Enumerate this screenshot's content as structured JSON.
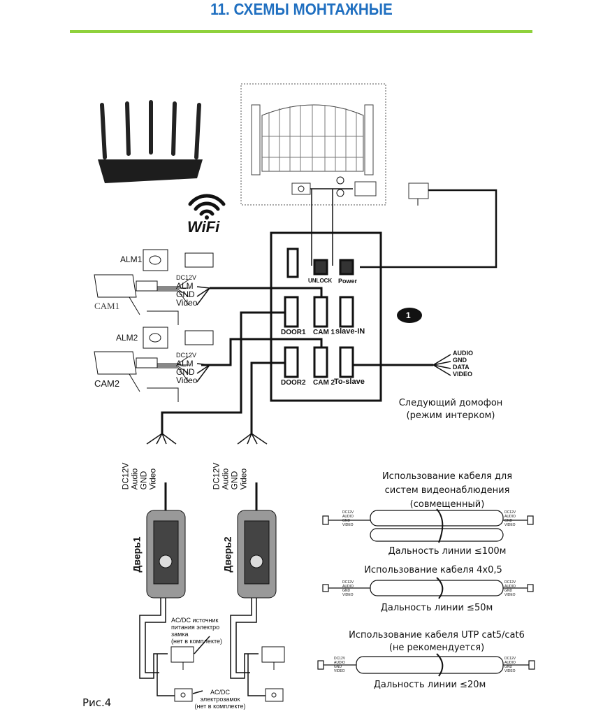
{
  "title": "11. СХЕМЫ МОНТАЖНЫЕ",
  "wifi_label": "WiFi",
  "monitor": {
    "badge": "1",
    "ports": [
      "UNLOCK",
      "Power",
      "DOOR1",
      "CAM 1",
      "slave-IN",
      "DOOR2",
      "CAM 2",
      "To-slave"
    ]
  },
  "cameras": [
    {
      "alarm": "ALM1",
      "name": "CAM1",
      "wires": [
        "DC12V",
        "ALM",
        "GND",
        "Video"
      ]
    },
    {
      "alarm": "ALM2",
      "name": "CAM2",
      "wires": [
        "DC12V",
        "ALM",
        "GND",
        "Video"
      ]
    }
  ],
  "slave_wires": [
    "AUDIO",
    "GND",
    "DATA",
    "VIDEO"
  ],
  "slave_caption": [
    "Следующий домофон",
    "(режим интерком)"
  ],
  "door_wires": [
    "DC12V",
    "Audio",
    "GND",
    "Video"
  ],
  "doors": [
    "Дверь1",
    "Дверь2"
  ],
  "power_supply_note": [
    "AC/DC источник",
    "питания электро",
    "замка",
    "(нет в комплекте)"
  ],
  "lock_note": [
    "AC/DC",
    "электрозамок",
    "(нет в комплекте)"
  ],
  "cables": [
    {
      "title": [
        "Использование кабеля для",
        "систем видеонаблюдения",
        "(совмещенный)"
      ],
      "distance": "Дальность линии ≤100м"
    },
    {
      "title": [
        "Использование кабеля 4х0,5"
      ],
      "distance": "Дальность линии ≤50м"
    },
    {
      "title": [
        "Использование кабеля UTP cat5/cat6",
        "(не рекомендуется)"
      ],
      "distance": "Дальность линии ≤20м"
    }
  ],
  "cable_wire_labels": [
    "DC12V",
    "AUDIO",
    "GND",
    "VIDEO"
  ],
  "figure_label": "Рис.4"
}
